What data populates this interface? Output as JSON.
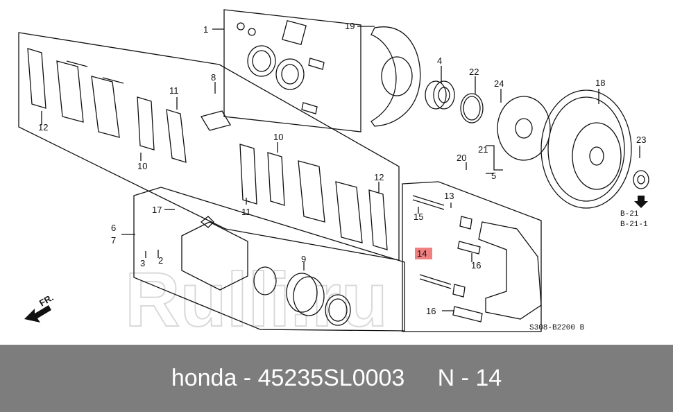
{
  "diagram": {
    "callouts": [
      "1",
      "2",
      "3",
      "4",
      "5",
      "6",
      "7",
      "8",
      "9",
      "10",
      "10",
      "11",
      "11",
      "12",
      "12",
      "13",
      "14",
      "15",
      "16",
      "16",
      "17",
      "18",
      "19",
      "20",
      "21",
      "22",
      "23",
      "24"
    ],
    "refs": [
      "B-21",
      "B-21-1"
    ],
    "code": "S308-B2200 B",
    "direction": "FR.",
    "highlighted_part": "14",
    "highlight_color": "#f08080",
    "watermark": "Rulli.ru"
  },
  "footer": {
    "title": "honda - 45235SL0003     N - 14"
  }
}
